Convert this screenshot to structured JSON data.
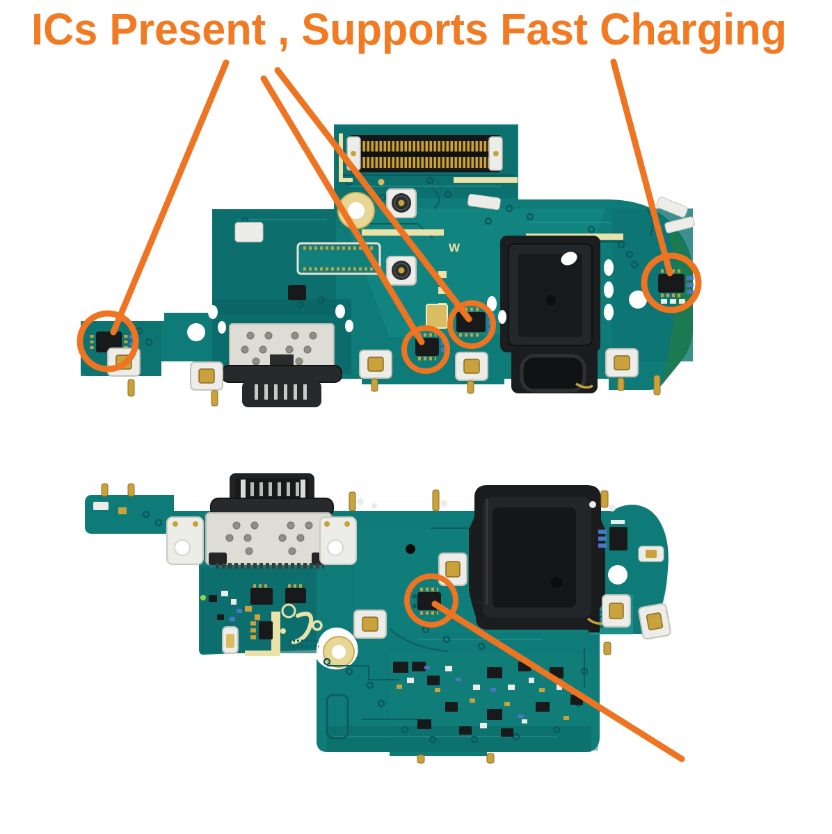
{
  "title": {
    "text": "ICs Present , Supports Fast Charging"
  },
  "boards": {
    "top": {
      "label": "charging-flex-board-front-side",
      "silkscreen_w": "W",
      "visible_parts": [
        "board-to-board-connector",
        "coaxial-connector",
        "coaxial-connector",
        "usb-c-connector",
        "headphone-jack",
        "circled-ic",
        "circled-ic",
        "circled-ic",
        "circled-ic"
      ]
    },
    "bottom": {
      "label": "charging-flex-board-back-side",
      "visible_parts": [
        "usb-c-connector-rear",
        "headphone-jack-body",
        "microphone-hole",
        "circled-ic"
      ]
    }
  },
  "annotations": {
    "callout_circle_count": 5,
    "callout_line_count": 5
  },
  "colors": {
    "accent_orange": "#F17A22",
    "annotation_orange": "#EE7421",
    "board_teal": "#0F7B78",
    "board_teal_dark": "#0B6767",
    "board_teal_light": "#1A8D86",
    "silkscreen_yellow": "#EAE2A8",
    "gold": "#C9A23B",
    "metal_silver": "#DDDDD6",
    "component_black": "#17191B",
    "background": "#FFFFFF",
    "pcb_green_edge": "#1E7B4C",
    "blue_component": "#4A76C8"
  }
}
